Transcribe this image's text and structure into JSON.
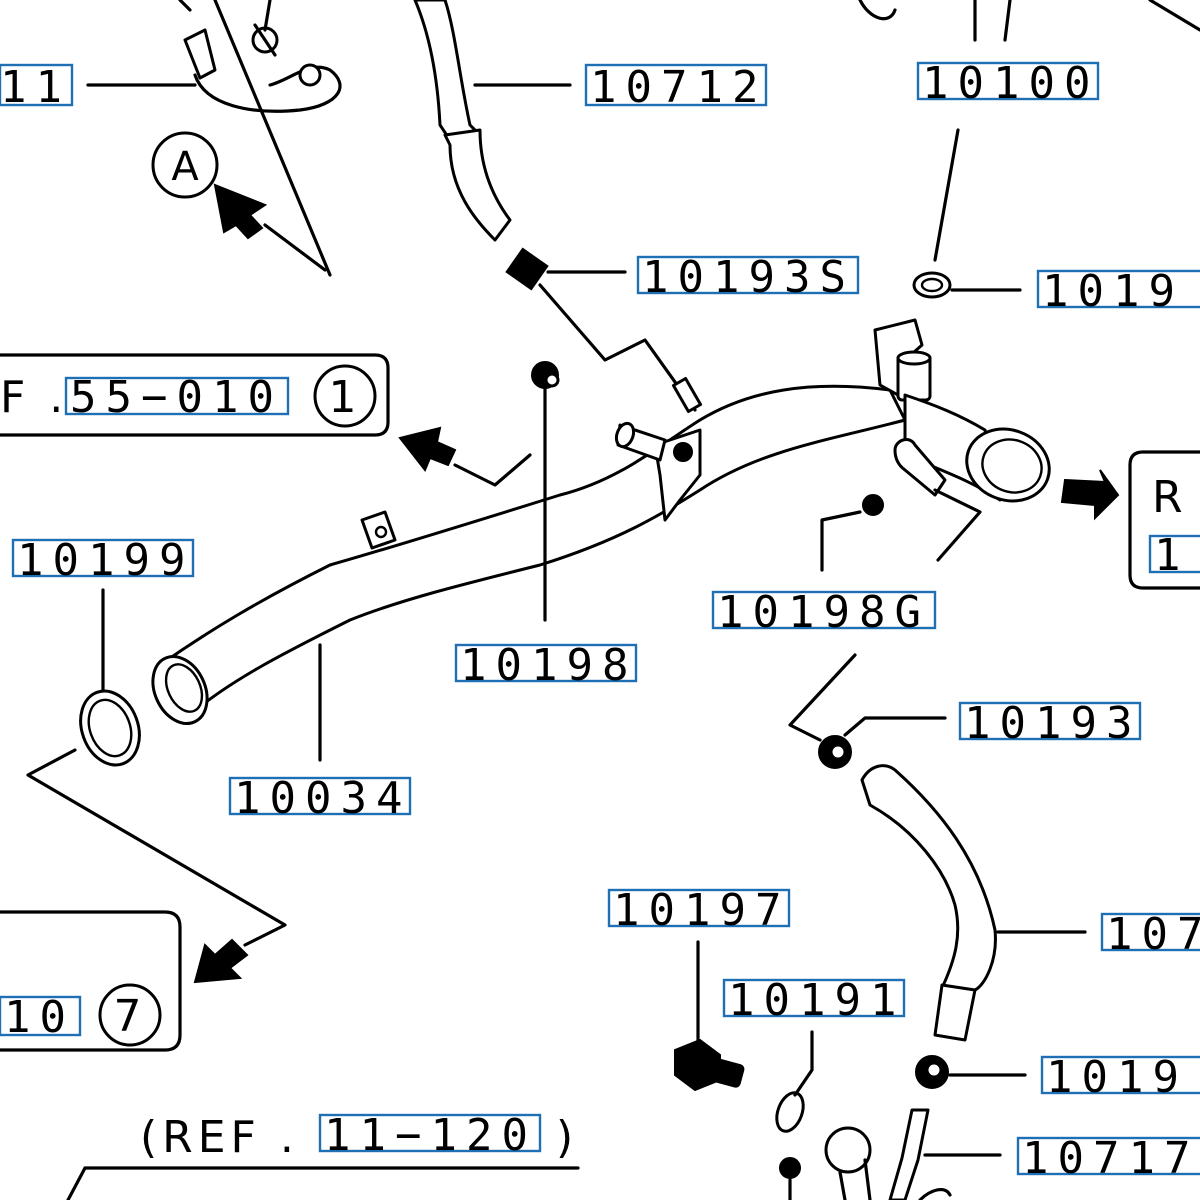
{
  "parts": {
    "p10712": "10712",
    "p10100": "10100",
    "p10711": "11",
    "p10193s": "10193S",
    "p10199_top": "1019",
    "p10199": "10199",
    "p10198": "10198",
    "p10198g": "10198G",
    "p10193": "10193",
    "p10034": "10034",
    "p10197": "10197",
    "p10191": "10191",
    "p1071x": "107",
    "p1019x": "1019",
    "p10717": "10717"
  },
  "refs": {
    "ref55_prefix": "F .",
    "ref55_num": "55−010",
    "ref55_circle": "1",
    "ref10_num": "10",
    "ref10_circle": "7",
    "ref11_open": "(REF .",
    "ref11_num": "11−120",
    "ref11_close": ")",
    "right_ref_letters": "R",
    "right_ref_num": "1"
  },
  "callout_a": "A"
}
